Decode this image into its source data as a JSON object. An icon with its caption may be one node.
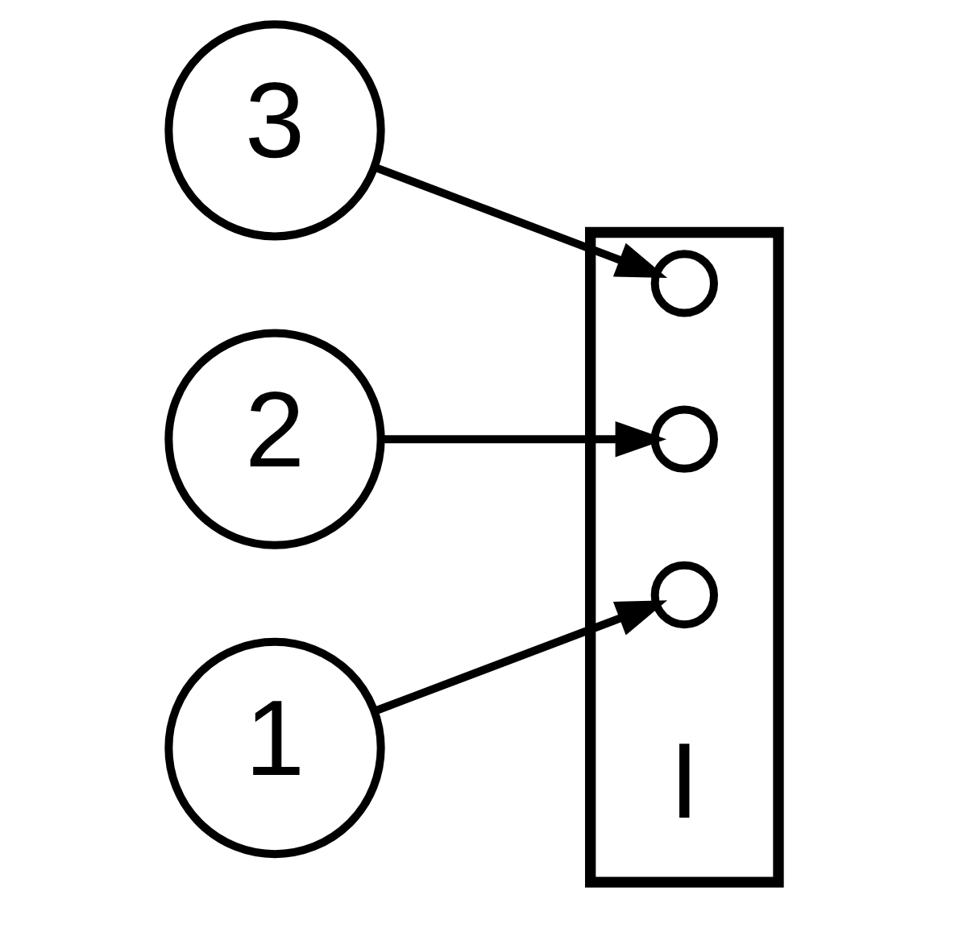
{
  "diagram": {
    "nodes": [
      {
        "text": [
          "3"
        ]
      },
      {
        "text": [
          "2"
        ]
      },
      {
        "text": [
          "1"
        ]
      },
      {
        "text": [],
        "shape": "box"
      },
      {
        "text": [],
        "shape": "circle",
        "in": 3
      },
      {
        "text": [],
        "shape": "circle",
        "in": 3
      },
      {
        "text": [],
        "shape": "circle",
        "in": 3
      }
    ],
    "edges": [
      {
        "from": 0,
        "to": 4,
        "arrow": "to"
      },
      {
        "from": 1,
        "to": 5,
        "arrow": "to"
      },
      {
        "from": 2,
        "to": 6,
        "arrow": "to"
      }
    ],
    "labels": [
      "I"
    ]
  }
}
